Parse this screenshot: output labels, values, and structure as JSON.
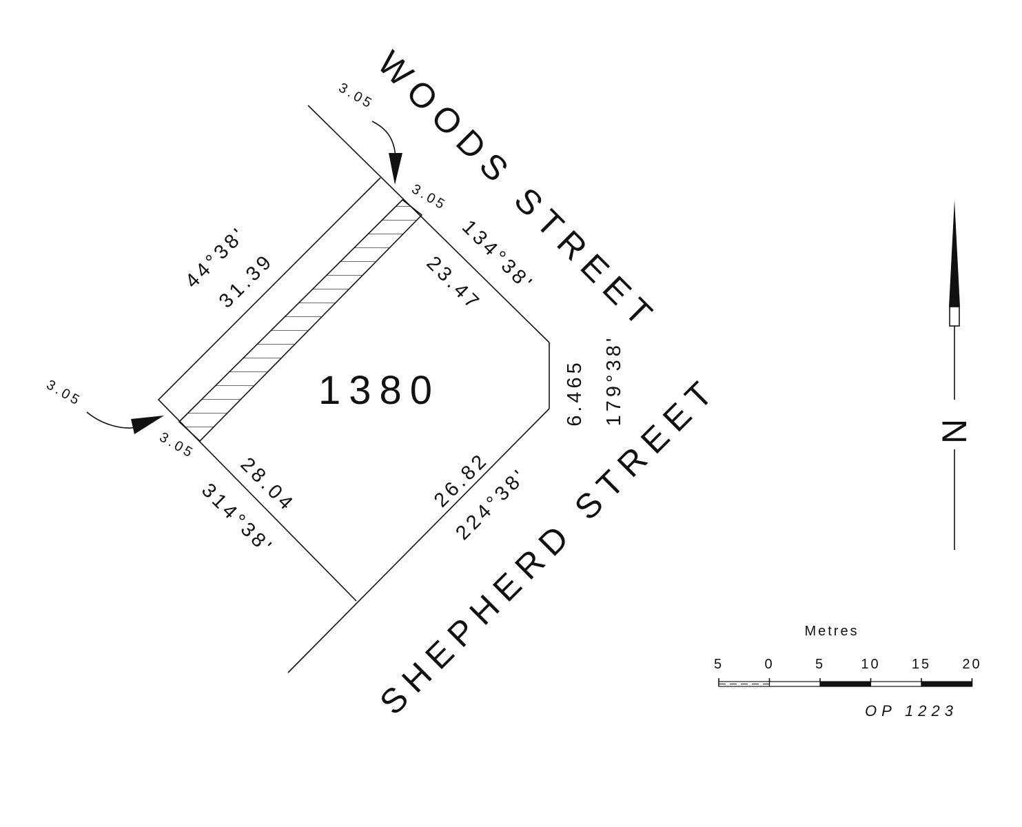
{
  "streets": {
    "north_east": "WOODS STREET",
    "south_east": "SHEPHERD STREET"
  },
  "lot": {
    "number": "1380"
  },
  "boundaries": {
    "north_west": {
      "bearing": "44°38'",
      "distance": "31.39"
    },
    "north_east": {
      "bearing": "134°38'",
      "distance": "23.47"
    },
    "east": {
      "bearing": "179°38'",
      "distance": "6.465"
    },
    "south_east": {
      "bearing": "224°38'",
      "distance": "26.82"
    },
    "south_west": {
      "bearing": "314°38'",
      "distance": "28.04"
    }
  },
  "easement": {
    "top_callout": "3.05",
    "top_corner": "3.05",
    "bottom_callout": "3.05",
    "bottom_corner": "3.05"
  },
  "north_arrow": {
    "label": "N"
  },
  "scale_bar": {
    "unit_label": "Metres",
    "ticks": [
      "5",
      "0",
      "5",
      "10",
      "15",
      "20"
    ]
  },
  "plan_reference": "OP 1223",
  "colors": {
    "ink": "#111111",
    "background": "#ffffff"
  }
}
